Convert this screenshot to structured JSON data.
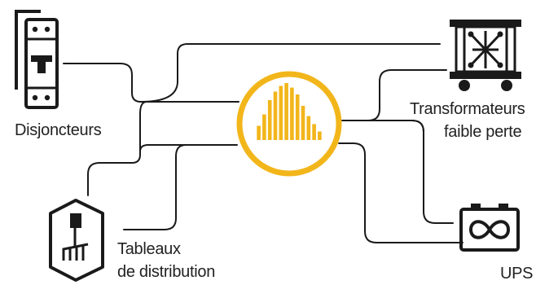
{
  "labels": {
    "breakers": "Disjoncteurs",
    "panels_line1": "Tableaux",
    "panels_line2": "de distribution",
    "transformers_line1": "Transformateurs",
    "transformers_line2": "faible perte",
    "ups": "UPS"
  },
  "colors": {
    "hub_accent": "#F2B61B",
    "line": "#1a1a1a",
    "icon": "#1a1a1a",
    "text": "#222222"
  },
  "hub": {
    "icon": "harmonic-spectrum-icon",
    "bar_levels": [
      0.25,
      0.45,
      0.7,
      0.85,
      0.95,
      1.0,
      0.92,
      0.8,
      0.6,
      0.42,
      0.28,
      0.15
    ]
  },
  "icons": {
    "breakers": "circuit-breaker-icon",
    "panels": "distribution-panel-icon",
    "transformers": "transformer-icon",
    "ups": "battery-icon"
  }
}
